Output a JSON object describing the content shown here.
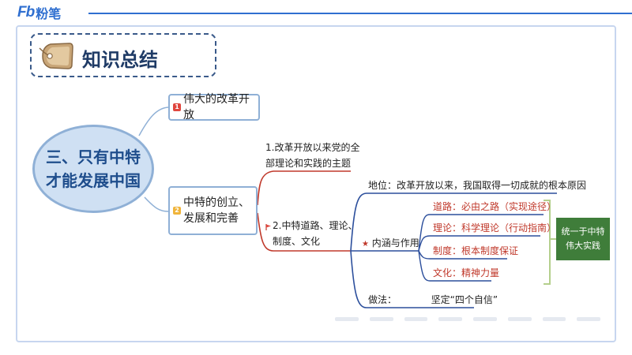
{
  "brand": {
    "mark": "Fb",
    "name": "粉笔"
  },
  "title": {
    "text": "知识总结"
  },
  "center": {
    "line1": "三、只有中特",
    "line2": "才能发展中国"
  },
  "branch1": {
    "badge": "1",
    "label": "伟大的改革开放"
  },
  "branch2": {
    "badge": "2",
    "label_line1": "中特的创立、",
    "label_line2": "发展和完善"
  },
  "item1": {
    "line1": "1.改革开放以来党的全",
    "line2": "部理论和实践的主题"
  },
  "item2": {
    "line1": "2.中特道路、理论、",
    "line2": "制度、文化"
  },
  "status": {
    "label": "地位：",
    "text": "改革开放以来，我国取得一切成就的根本原因"
  },
  "connotation": {
    "label": "内涵与作用"
  },
  "sub": [
    {
      "label": "道路：",
      "text": "必由之路（实现途径）"
    },
    {
      "label": "理论：",
      "text": "科学理论（行动指南）"
    },
    {
      "label": "制度：",
      "text": "根本制度保证"
    },
    {
      "label": "文化：",
      "text": "精神力量"
    }
  ],
  "practice": {
    "label": "做法：",
    "text": "坚定“四个自信”"
  },
  "summary": {
    "line1": "统一于中特",
    "line2": "伟大实践"
  },
  "colors": {
    "brand_blue": "#2f6fd0",
    "badge_red": "#e0463e",
    "badge_yellow": "#f0b43a",
    "branch_red": "#c0392b",
    "branch_blue": "#2c4f9c",
    "bracket_green": "#b4cf8c",
    "summary_green": "#3f7d3a"
  },
  "icons": {
    "title_icon": "tag-icon",
    "flag": "flag-icon",
    "star": "star-icon"
  }
}
